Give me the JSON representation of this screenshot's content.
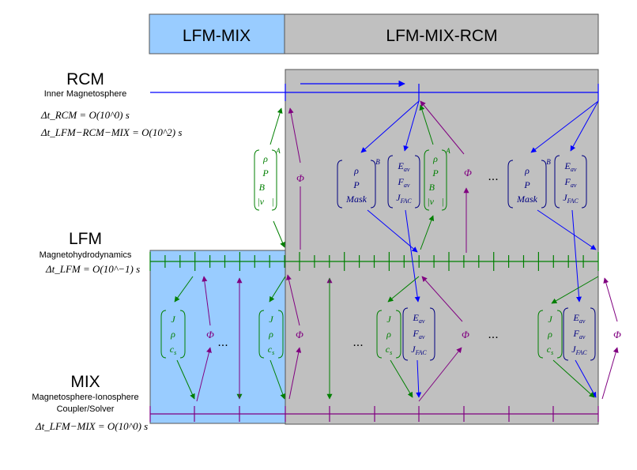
{
  "header": {
    "left_tab": "LFM-MIX",
    "right_tab": "LFM-MIX-RCM"
  },
  "models": {
    "rcm": {
      "name": "RCM",
      "subtitle": "Inner Magnetosphere",
      "dt1": "Δt_RCM = O(10^0) s",
      "dt2": "Δt_LFM−RCM−MIX = O(10^2) s"
    },
    "lfm": {
      "name": "LFM",
      "subtitle": "Magnetohydrodynamics",
      "dt": "Δt_LFM = O(10^−1) s"
    },
    "mix": {
      "name": "MIX",
      "subtitle1": "Magnetosphere-Ionosphere",
      "subtitle2": "Coupler/Solver",
      "dt": "Δt_LFM−MIX = O(10^0) s"
    }
  },
  "vectors": {
    "rcm_to_lfm": [
      "ρ",
      "P",
      "Mask"
    ],
    "rcm_to_lfm_label": "B",
    "mix_to_rcm": [
      "E_av",
      "F_av",
      "J_FAC"
    ],
    "lfm_to_rcm": [
      "ρ",
      "P",
      "B⃗",
      "|v⃗|"
    ],
    "lfm_to_rcm_label": "A",
    "lfm_to_mix": [
      "J",
      "ρ",
      "c_s"
    ],
    "mix_to_lfm": [
      "E_av",
      "F_av",
      "J_FAC"
    ],
    "potential": "Φ",
    "ellipsis": "..."
  },
  "colors": {
    "blue_box": "#99ccff",
    "gray_box": "#c0c0c0",
    "rcm_line": "#0000ff",
    "lfm_line": "#007f00",
    "mix_line": "#800080"
  }
}
